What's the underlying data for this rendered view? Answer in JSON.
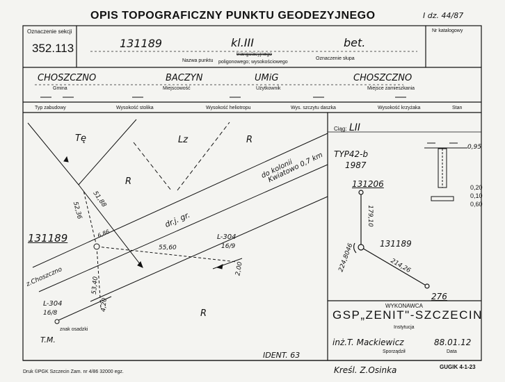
{
  "header": {
    "title": "OPIS TOPOGRAFICZNY PUNKTU GEODEZYJNEGO",
    "form_ref": "I dz. 44/87"
  },
  "top": {
    "section_label": "Oznaczenie sekcji",
    "section_value": "352.113",
    "catalog_label": "Nr katalogowy",
    "point_number": "131189",
    "class": "kl.III",
    "post_type": "bet.",
    "name_label": "Nazwa punktu",
    "trig_label": "triangulacyjnego",
    "polyg_label": "poligonowego; wysokościowego",
    "post_label": "Oznaczenie słupa"
  },
  "admin": {
    "gmina": "CHOSZCZNO",
    "miejscowosc": "BACZYN",
    "uzytkownik": "UMiG",
    "zamieszkania": "CHOSZCZNO",
    "gmina_label": "Gmina",
    "miejscowosc_label": "Miejscowość",
    "uzytkownik_label": "Użytkownik",
    "zamieszkania_label": "Miejsce zamieszkania"
  },
  "heights": {
    "labels": [
      "Typ zabudowy",
      "Wysokość stolika",
      "Wysokość heliotropu",
      "Wys. szczytu daszka",
      "Wysokość krzyżaka",
      "Stan"
    ]
  },
  "map": {
    "tc": "Tę",
    "lz": "Lz",
    "r1": "R",
    "r2": "R",
    "r3": "R",
    "road_note1": "do kolonii",
    "road_note2": "Kwiatowo 0,7 km",
    "road_name": "dr.j. gr.",
    "point_label": "131189",
    "d_5188": "51,88",
    "d_5236": "52,36",
    "d_6": "6,86",
    "d_5560": "55,60",
    "d_5340": "53,40",
    "d_420": "4,20",
    "d_200": "2,00",
    "l304a": "L-304",
    "l304a_sub": "16/9",
    "l304b": "L-304",
    "l304b_sub": "16/8",
    "street": "z.Choszczno",
    "znak": "znak osadzki",
    "tm": "T.M.",
    "ident": "IDENT. 63"
  },
  "side": {
    "ciag_label": "Ciąg:",
    "ciag_value": "LII",
    "typ": "TYP42-b",
    "year": "1987",
    "p_top": "131206",
    "p_mid": "131189",
    "p_bot": "276",
    "d1": "179,10",
    "d2": "214,26",
    "angle": "224,8046",
    "depth1": "0,95",
    "depth2": "0,20",
    "depth3": "0,10",
    "depth4": "0,60"
  },
  "executor": {
    "label": "WYKONAWCA",
    "name": "GSP„ZENIT\"-SZCZECIN",
    "inst_label": "Instytucja",
    "author": "inż.T. Mackiewicz",
    "date": "88.01.12",
    "author_label": "Sporządził",
    "date_label": "Data"
  },
  "footer": {
    "print": "Druk ©PGK Szczecin Zam. nr 4/86   32000 egz.",
    "drawn": "Kreśl. Z.Osinka",
    "code": "GUGIK 4-1-23"
  }
}
